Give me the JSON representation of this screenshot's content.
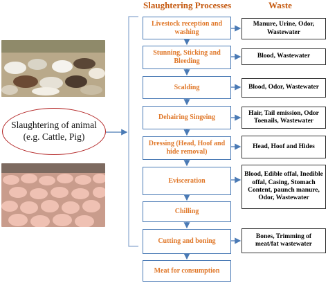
{
  "headers": {
    "processes": "Slaughtering Processes",
    "waste": "Waste"
  },
  "source": {
    "line1": "Slaughtering of animal",
    "line2": "(e.g. Cattle, Pig)"
  },
  "processes": [
    "Livestock reception and washing",
    "Stunning, Sticking and Bleeding",
    "Scalding",
    "Dehairing Singeing",
    "Dressing (Head, Hoof and hide removal)",
    "Evisceration",
    "Chilling",
    "Cutting and boning",
    "Meat for consumption"
  ],
  "wastes": [
    "Manure, Urine, Odor, Wastewater",
    "Blood, Wastewater",
    "Blood, Odor, Wastewater",
    "Hair, Tail emission, Odor Toenails, Wastewater",
    "Head, Hoof and Hides",
    "Blood, Edible offal, Inedible offal, Casing, Stomach Content, paunch manure, Odor, Wastewater",
    "Bones, Trimming of meat/fat wastewater"
  ],
  "colors": {
    "process_text": "#e0782a",
    "process_border": "#4a7ab5",
    "header": "#c55a11",
    "ellipse_border": "#b22222"
  }
}
